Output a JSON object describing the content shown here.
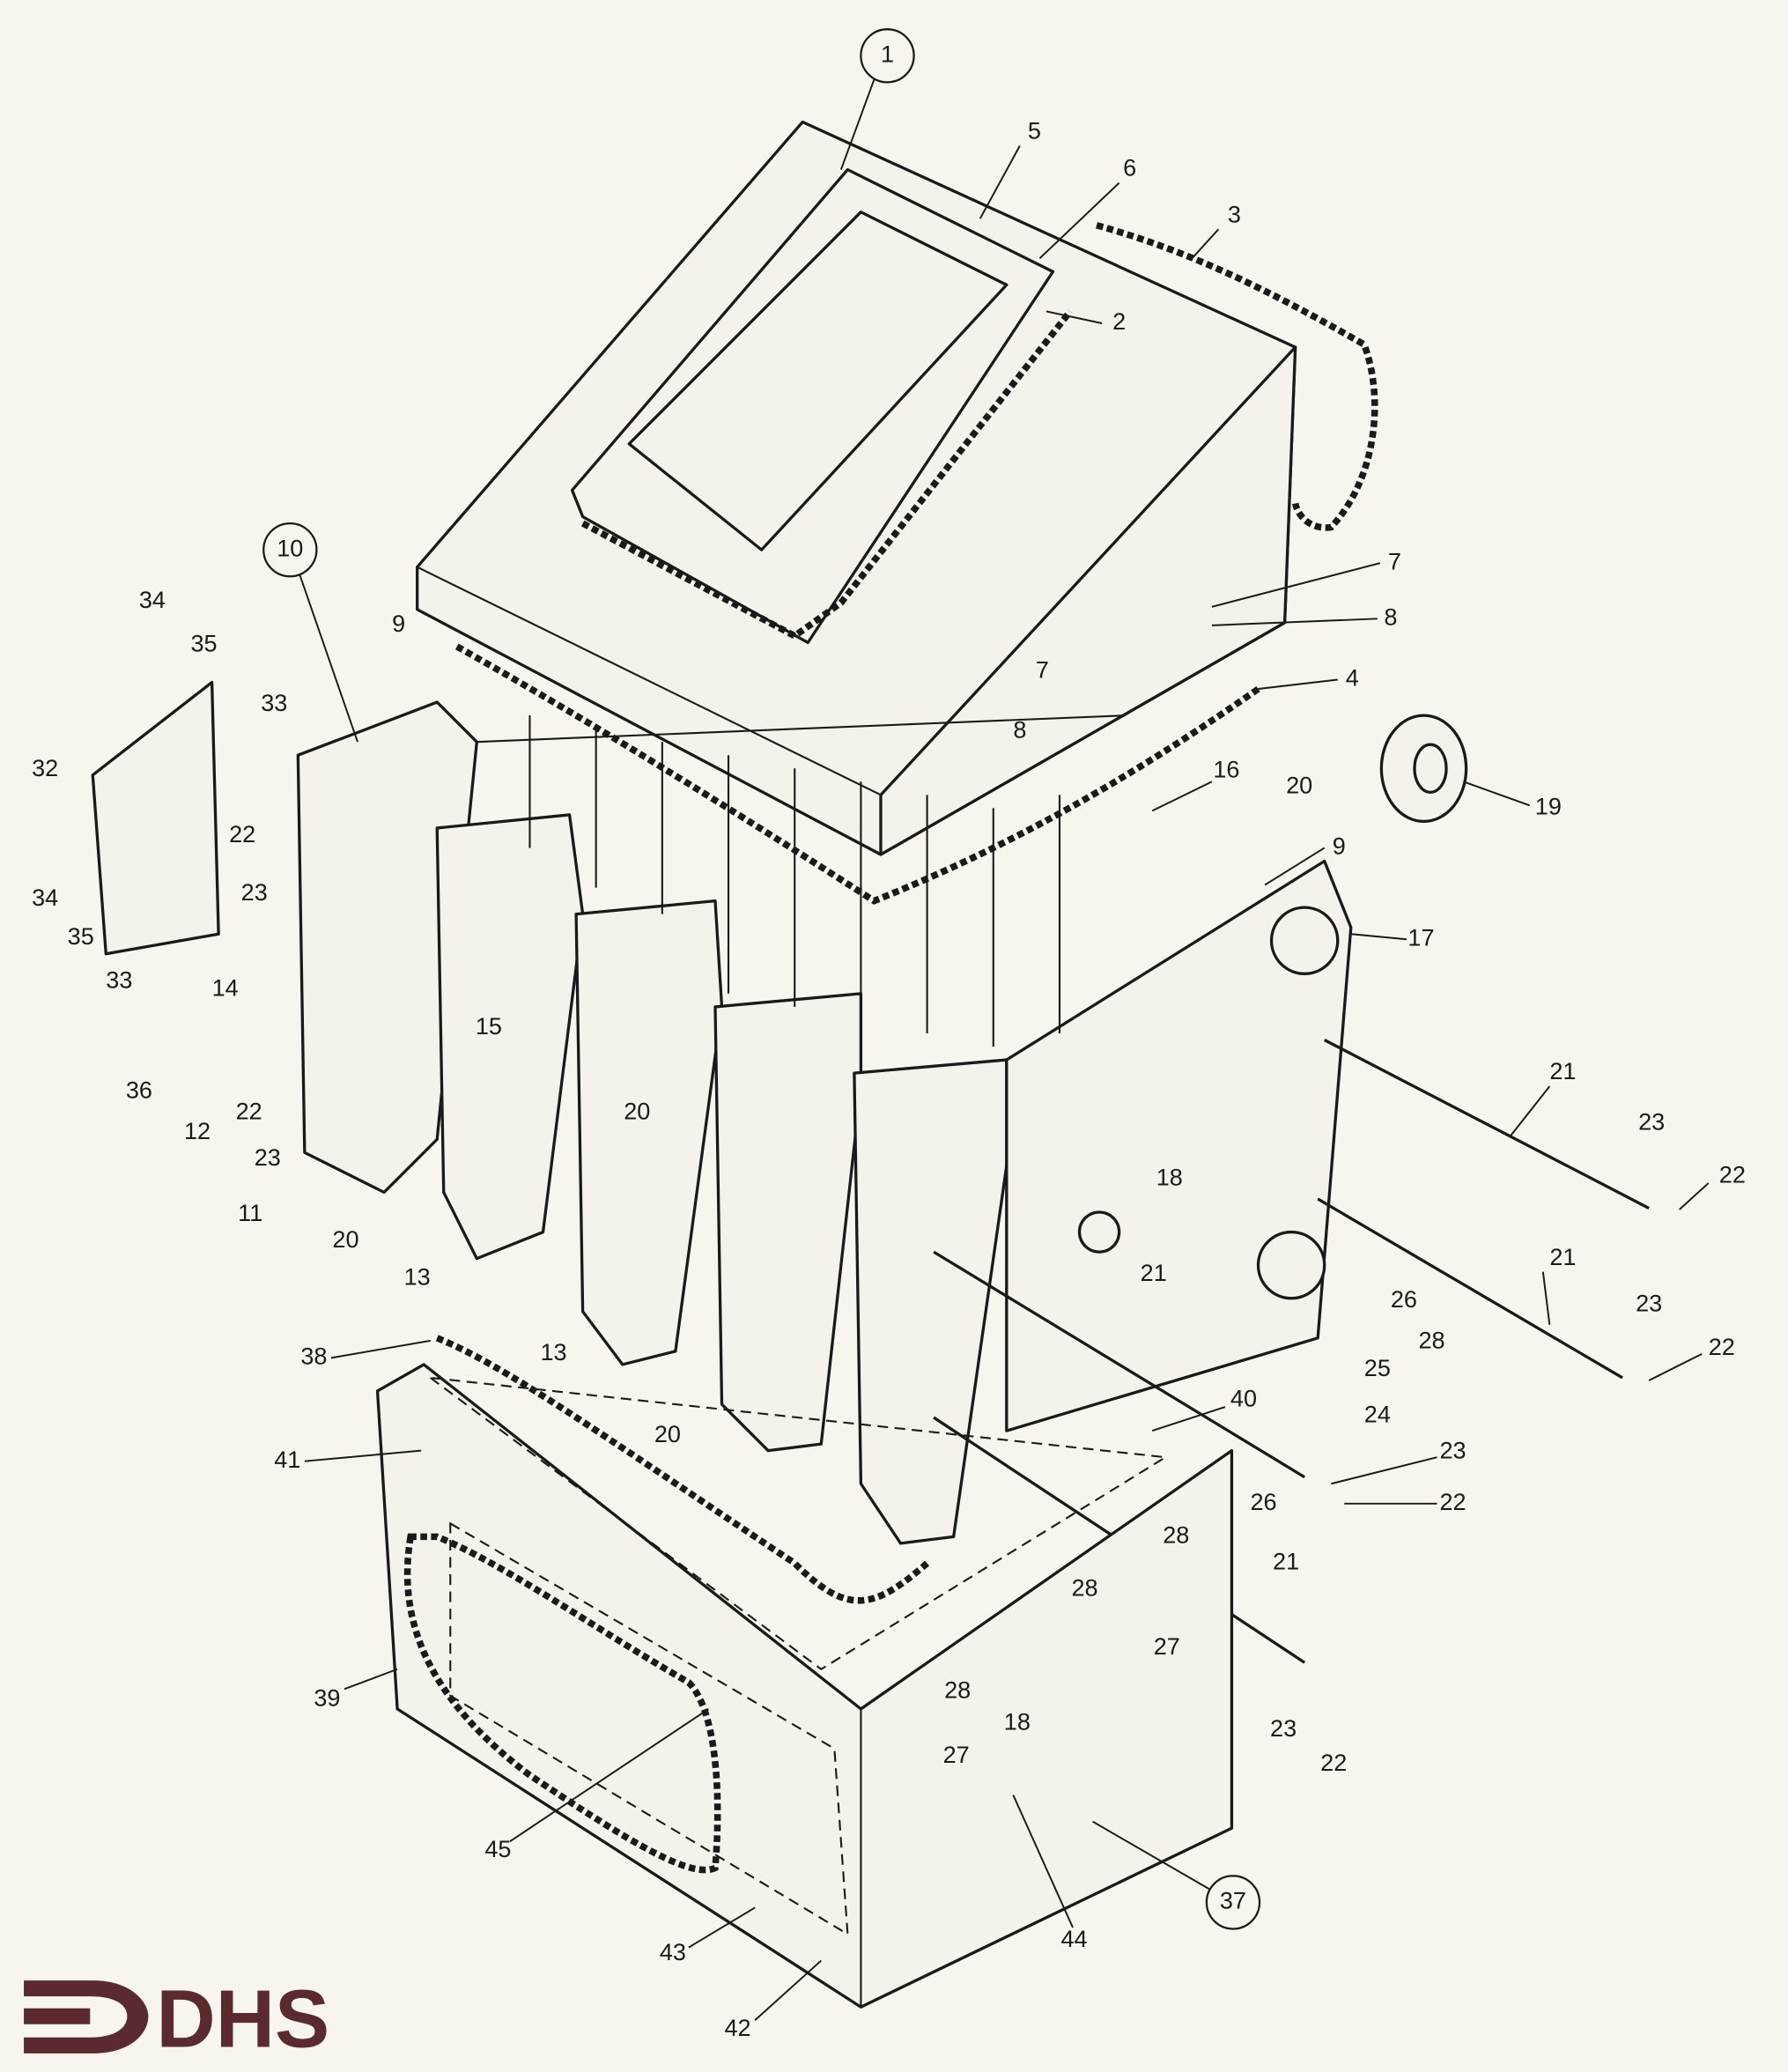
{
  "diagram": {
    "type": "exploded-parts-drawing",
    "logo_text": "DHS",
    "colors": {
      "line": "#1a1a1a",
      "paper": "#f7f5ee",
      "logo": "#5a2a2e"
    },
    "labels": [
      "1",
      "5",
      "6",
      "3",
      "2",
      "10",
      "7",
      "8",
      "9",
      "7",
      "8",
      "4",
      "34",
      "35",
      "33",
      "32",
      "16",
      "20",
      "19",
      "22",
      "23",
      "34",
      "35",
      "9",
      "17",
      "33",
      "14",
      "15",
      "36",
      "12",
      "22",
      "20",
      "23",
      "21",
      "23",
      "22",
      "18",
      "11",
      "20",
      "13",
      "21",
      "21",
      "23",
      "26",
      "22",
      "28",
      "38",
      "13",
      "25",
      "20",
      "24",
      "40",
      "41",
      "23",
      "22",
      "26",
      "28",
      "21",
      "28",
      "27",
      "39",
      "28",
      "18",
      "23",
      "27",
      "22",
      "45",
      "37",
      "44",
      "43",
      "42"
    ]
  }
}
